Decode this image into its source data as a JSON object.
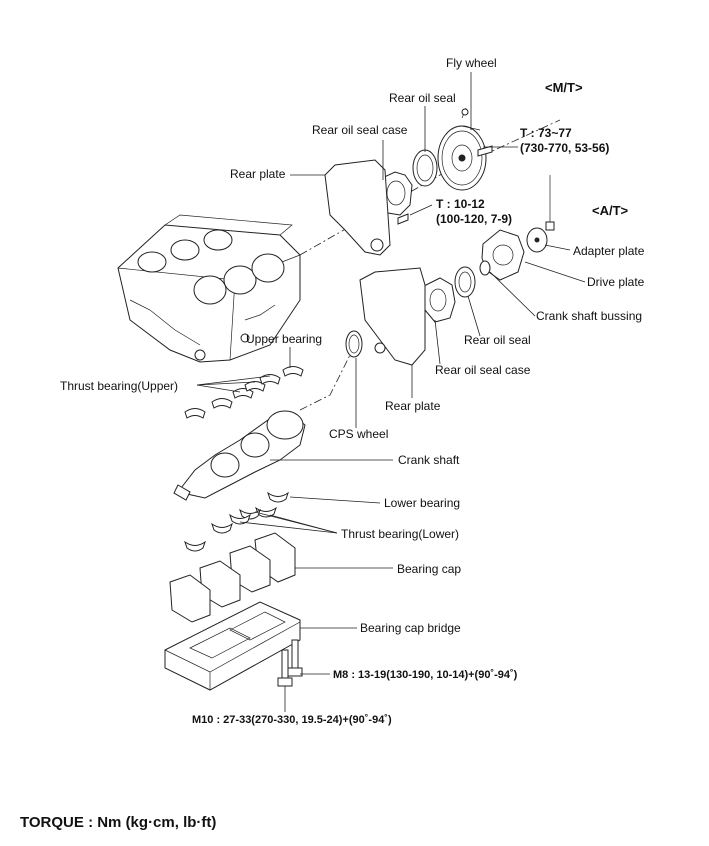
{
  "labels": {
    "fly_wheel": "Fly wheel",
    "mt": "<M/T>",
    "rear_oil_seal_top": "Rear oil seal",
    "rear_oil_seal_case_top": "Rear oil seal case",
    "t_73_77": "T : 73~77",
    "t_73_77_units": "(730-770, 53-56)",
    "rear_plate_top": "Rear plate",
    "t_10_12": "T : 10-12",
    "t_10_12_units": "(100-120, 7-9)",
    "at": "<A/T>",
    "adapter_plate": "Adapter plate",
    "drive_plate": "Drive plate",
    "crank_shaft_bussing": "Crank shaft bussing",
    "rear_oil_seal_bottom": "Rear oil seal",
    "upper_bearing": "Upper bearing",
    "rear_oil_seal_case_bottom": "Rear oil seal case",
    "thrust_bearing_upper": "Thrust bearing(Upper)",
    "rear_plate_bottom": "Rear plate",
    "cps_wheel": "CPS wheel",
    "crank_shaft": "Crank shaft",
    "lower_bearing": "Lower bearing",
    "thrust_bearing_lower": "Thrust bearing(Lower)",
    "bearing_cap": "Bearing cap",
    "bearing_cap_bridge": "Bearing cap bridge",
    "m8": "M8 : 13-19(130-190, 10-14)+(90˚-94˚)",
    "m10": "M10 : 27-33(270-330, 19.5-24)+(90˚-94˚)"
  },
  "footer": {
    "torque_units": "TORQUE : Nm (kg·cm, lb·ft)"
  }
}
